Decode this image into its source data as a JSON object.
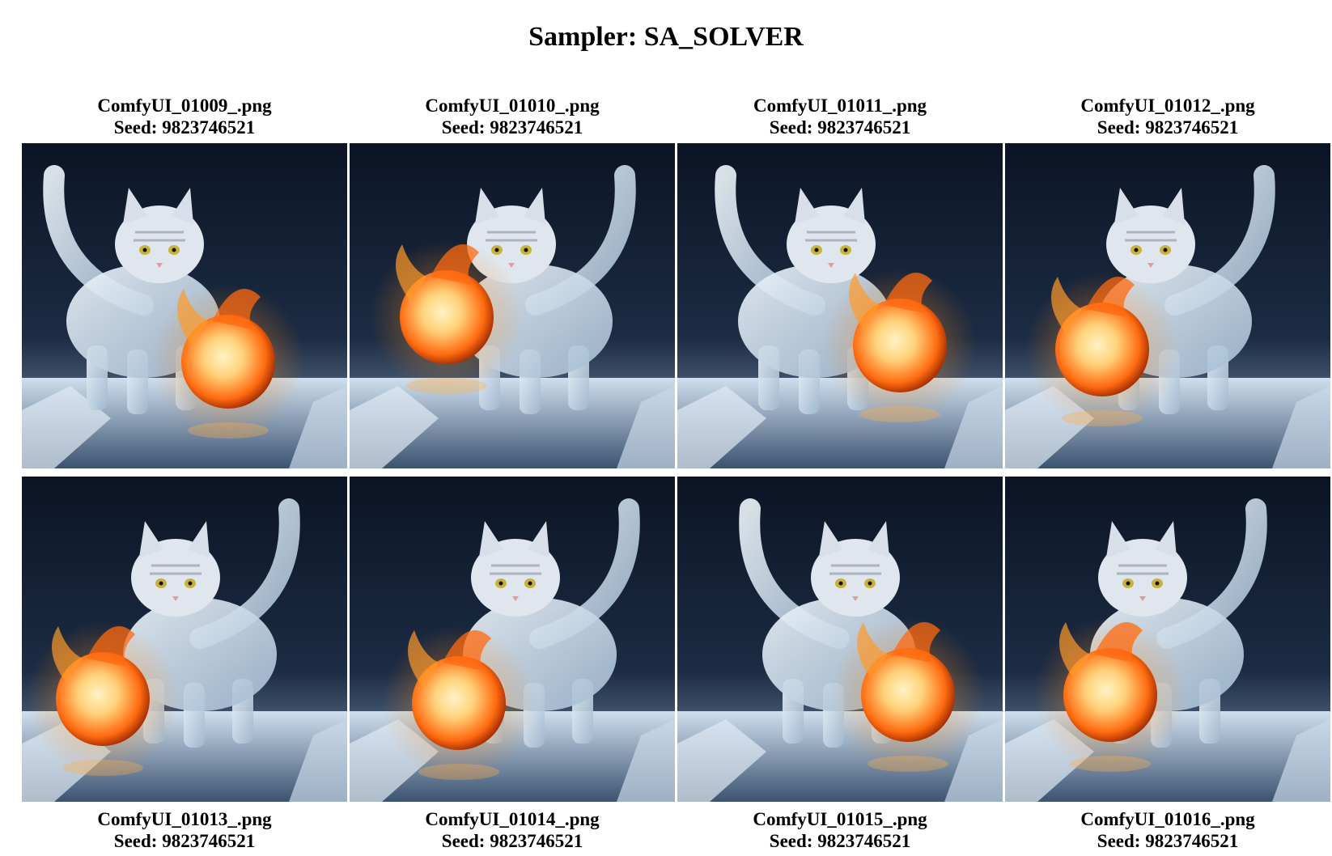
{
  "title": "Sampler: SA_SOLVER",
  "colors": {
    "background": "#ffffff",
    "scene_dark": "#0b1424",
    "ice": "#d6e4f0",
    "fire_core": "#ffd27a",
    "fire_edge": "#ff6a10"
  },
  "images": [
    {
      "filename": "ComfyUI_01009_.png",
      "seed": "Seed: 9823746521",
      "subject_icon": "ice-cat-fireball-image"
    },
    {
      "filename": "ComfyUI_01010_.png",
      "seed": "Seed: 9823746521",
      "subject_icon": "ice-cat-fireball-image"
    },
    {
      "filename": "ComfyUI_01011_.png",
      "seed": "Seed: 9823746521",
      "subject_icon": "ice-cat-fireball-image"
    },
    {
      "filename": "ComfyUI_01012_.png",
      "seed": "Seed: 9823746521",
      "subject_icon": "ice-cat-fireball-image"
    },
    {
      "filename": "ComfyUI_01013_.png",
      "seed": "Seed: 9823746521",
      "subject_icon": "ice-cat-fireball-image"
    },
    {
      "filename": "ComfyUI_01014_.png",
      "seed": "Seed: 9823746521",
      "subject_icon": "ice-cat-fireball-image"
    },
    {
      "filename": "ComfyUI_01015_.png",
      "seed": "Seed: 9823746521",
      "subject_icon": "ice-cat-fireball-image"
    },
    {
      "filename": "ComfyUI_01016_.png",
      "seed": "Seed: 9823746521",
      "subject_icon": "ice-cat-fireball-image"
    }
  ]
}
